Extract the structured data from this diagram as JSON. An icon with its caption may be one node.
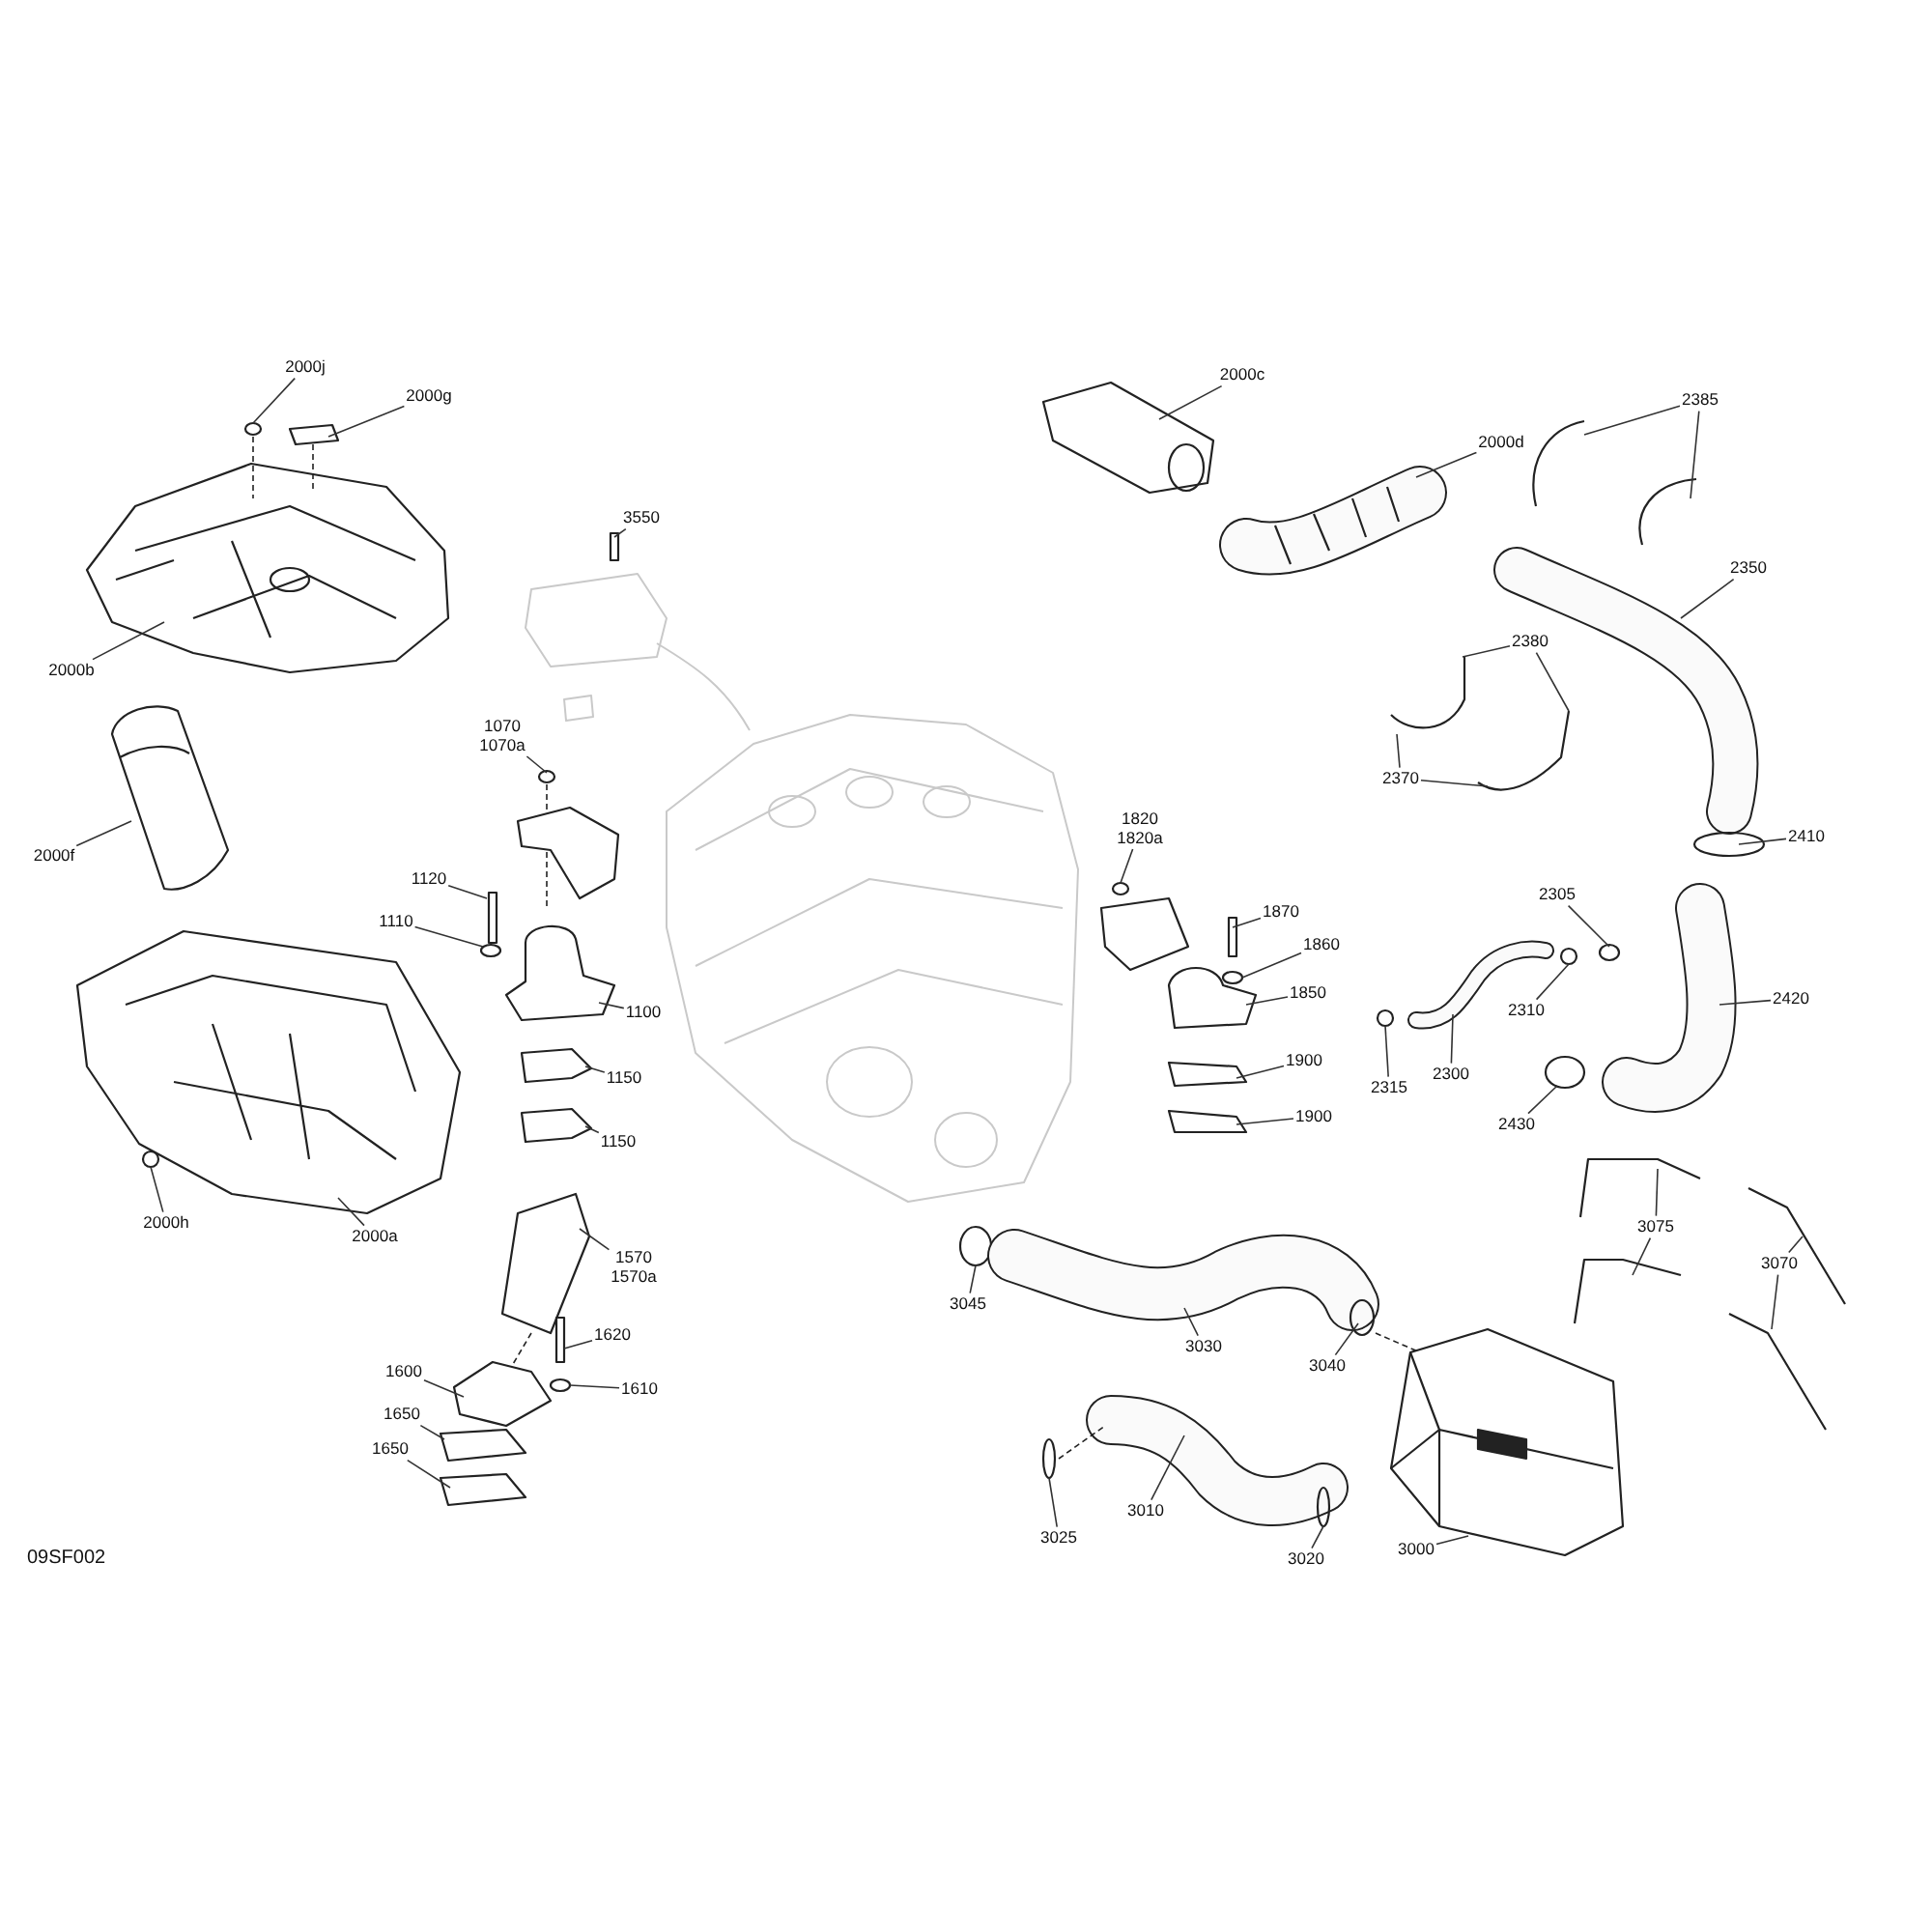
{
  "diagram": {
    "nodes": [
      {
        "text": [
          "2000j"
        ]
      },
      {
        "text": [
          "2000g"
        ]
      },
      {
        "text": [
          "2000c"
        ]
      },
      {
        "text": [
          "2385"
        ]
      },
      {
        "text": [
          "2000d"
        ]
      },
      {
        "text": [
          "3550"
        ]
      },
      {
        "text": [
          "2350"
        ]
      },
      {
        "text": [
          "2000b"
        ]
      },
      {
        "text": [
          "2380"
        ]
      },
      {
        "text": [
          "1070",
          "1070a"
        ]
      },
      {
        "text": [
          "2370"
        ]
      },
      {
        "text": [
          "2000f"
        ]
      },
      {
        "text": [
          "2410"
        ]
      },
      {
        "text": [
          "1120"
        ]
      },
      {
        "text": [
          "1820",
          "1820a"
        ]
      },
      {
        "text": [
          "2305"
        ]
      },
      {
        "text": [
          "1110"
        ]
      },
      {
        "text": [
          "1870"
        ]
      },
      {
        "text": [
          "1860"
        ]
      },
      {
        "text": [
          "1850"
        ]
      },
      {
        "text": [
          "2420"
        ]
      },
      {
        "text": [
          "2310"
        ]
      },
      {
        "text": [
          "1100"
        ]
      },
      {
        "text": [
          "1900"
        ]
      },
      {
        "text": [
          "2300"
        ]
      },
      {
        "text": [
          "2315"
        ]
      },
      {
        "text": [
          "1150"
        ]
      },
      {
        "text": [
          "2430"
        ]
      },
      {
        "text": [
          "1900"
        ]
      },
      {
        "text": [
          "1150"
        ]
      },
      {
        "text": [
          "2000h"
        ]
      },
      {
        "text": [
          "2000a"
        ]
      },
      {
        "text": [
          "3075"
        ]
      },
      {
        "text": [
          "1570",
          "1570a"
        ]
      },
      {
        "text": [
          "3070"
        ]
      },
      {
        "text": [
          "3045"
        ]
      },
      {
        "text": [
          "3030"
        ]
      },
      {
        "text": [
          "1620"
        ]
      },
      {
        "text": [
          "3040"
        ]
      },
      {
        "text": [
          "1600"
        ]
      },
      {
        "text": [
          "1610"
        ]
      },
      {
        "text": [
          "1650"
        ]
      },
      {
        "text": [
          "1650"
        ]
      },
      {
        "text": [
          "3010"
        ]
      },
      {
        "text": [
          "3025"
        ]
      },
      {
        "text": [
          "3020"
        ]
      },
      {
        "text": [
          "3000"
        ]
      }
    ],
    "edges": [
      {
        "from": 0,
        "to": null,
        "arrow": "none"
      },
      {
        "from": 1,
        "to": null,
        "arrow": "none"
      },
      {
        "from": 2,
        "to": null,
        "arrow": "none"
      },
      {
        "from": 3,
        "to": null,
        "arrow": "none"
      },
      {
        "from": 3,
        "to": null,
        "arrow": "none"
      },
      {
        "from": 4,
        "to": null,
        "arrow": "none"
      },
      {
        "from": 5,
        "to": null,
        "arrow": "none"
      },
      {
        "from": 6,
        "to": null,
        "arrow": "none"
      },
      {
        "from": 7,
        "to": null,
        "arrow": "none"
      },
      {
        "from": 8,
        "to": null,
        "arrow": "none"
      },
      {
        "from": 8,
        "to": null,
        "arrow": "none"
      },
      {
        "from": 9,
        "to": null,
        "arrow": "none"
      },
      {
        "from": 10,
        "to": null,
        "arrow": "none"
      },
      {
        "from": 10,
        "to": null,
        "arrow": "none"
      },
      {
        "from": 11,
        "to": null,
        "arrow": "none"
      },
      {
        "from": 12,
        "to": null,
        "arrow": "none"
      },
      {
        "from": 13,
        "to": null,
        "arrow": "none"
      },
      {
        "from": 14,
        "to": null,
        "arrow": "none"
      },
      {
        "from": 15,
        "to": null,
        "arrow": "none"
      },
      {
        "from": 16,
        "to": null,
        "arrow": "none"
      },
      {
        "from": 17,
        "to": null,
        "arrow": "none"
      },
      {
        "from": 18,
        "to": null,
        "arrow": "none"
      },
      {
        "from": 19,
        "to": null,
        "arrow": "none"
      },
      {
        "from": 20,
        "to": null,
        "arrow": "none"
      },
      {
        "from": 21,
        "to": null,
        "arrow": "none"
      },
      {
        "from": 22,
        "to": null,
        "arrow": "none"
      },
      {
        "from": 23,
        "to": null,
        "arrow": "none"
      },
      {
        "from": 24,
        "to": null,
        "arrow": "none"
      },
      {
        "from": 25,
        "to": null,
        "arrow": "none"
      },
      {
        "from": 26,
        "to": null,
        "arrow": "none"
      },
      {
        "from": 27,
        "to": null,
        "arrow": "none"
      },
      {
        "from": 28,
        "to": null,
        "arrow": "none"
      },
      {
        "from": 29,
        "to": null,
        "arrow": "none"
      },
      {
        "from": 30,
        "to": null,
        "arrow": "none"
      },
      {
        "from": 31,
        "to": null,
        "arrow": "none"
      },
      {
        "from": 32,
        "to": null,
        "arrow": "none"
      },
      {
        "from": 32,
        "to": null,
        "arrow": "none"
      },
      {
        "from": 33,
        "to": null,
        "arrow": "none"
      },
      {
        "from": 34,
        "to": null,
        "arrow": "none"
      },
      {
        "from": 34,
        "to": null,
        "arrow": "none"
      },
      {
        "from": 35,
        "to": null,
        "arrow": "none"
      },
      {
        "from": 36,
        "to": null,
        "arrow": "none"
      },
      {
        "from": 37,
        "to": null,
        "arrow": "none"
      },
      {
        "from": 38,
        "to": null,
        "arrow": "none"
      },
      {
        "from": 39,
        "to": null,
        "arrow": "none"
      },
      {
        "from": 40,
        "to": null,
        "arrow": "none"
      },
      {
        "from": 41,
        "to": null,
        "arrow": "none"
      },
      {
        "from": 42,
        "to": null,
        "arrow": "none"
      },
      {
        "from": 43,
        "to": null,
        "arrow": "none"
      },
      {
        "from": 44,
        "to": null,
        "arrow": "none"
      },
      {
        "from": 45,
        "to": null,
        "arrow": "none"
      },
      {
        "from": 46,
        "to": null,
        "arrow": "none"
      }
    ],
    "labels": [
      "09SF002"
    ]
  }
}
